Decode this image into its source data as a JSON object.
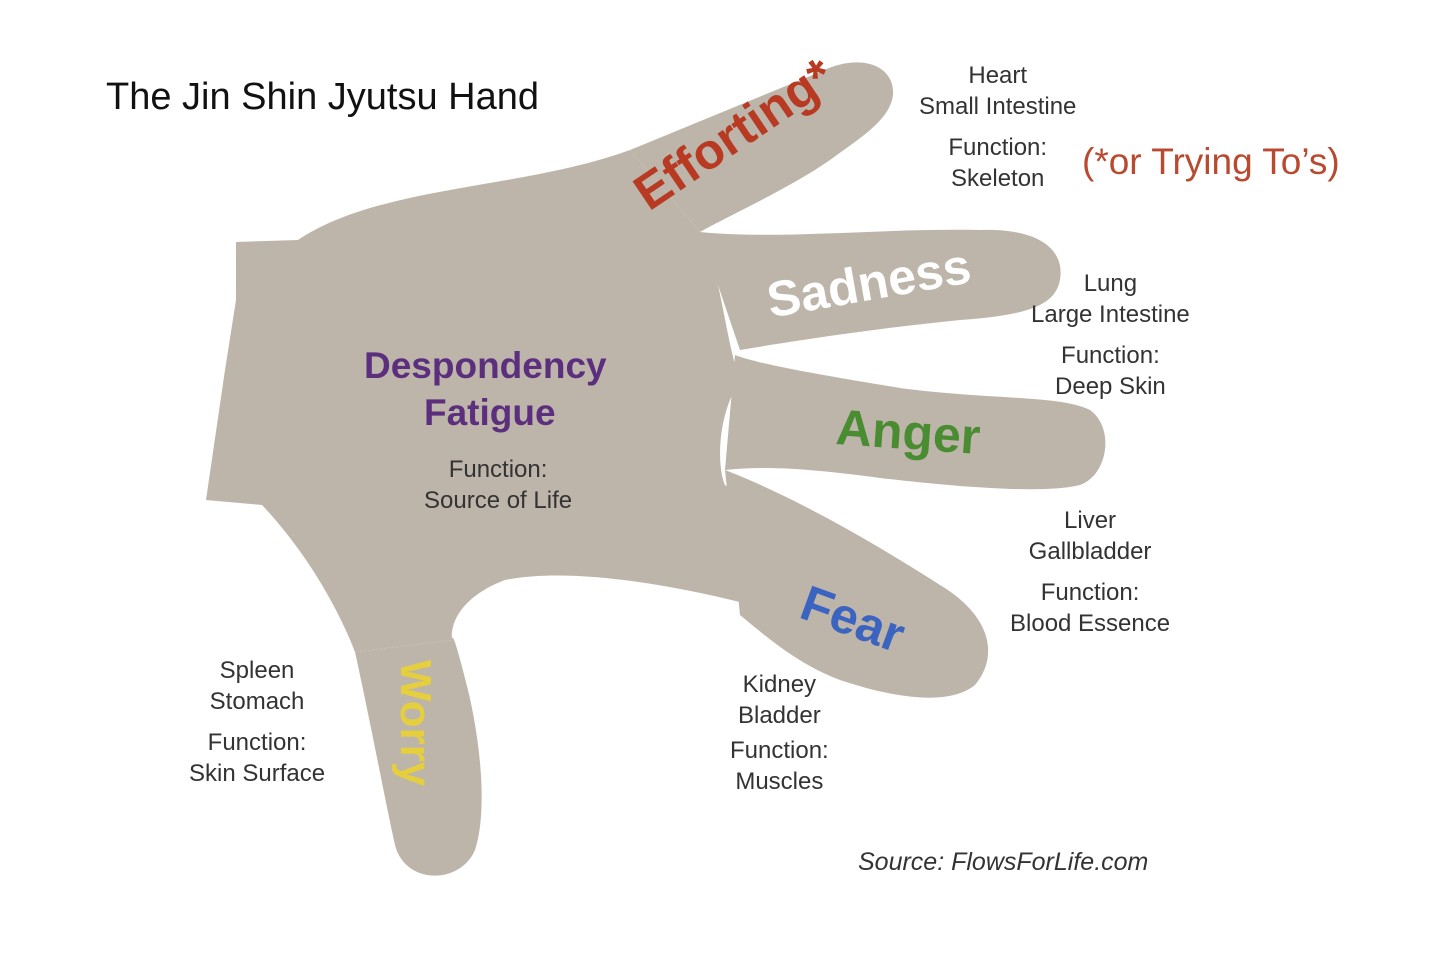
{
  "title": "The Jin Shin Jyutsu Hand",
  "colors": {
    "hand": "#bdb5aa",
    "efforting": "#b83a22",
    "sadness": "#ffffff",
    "anger": "#4a8c32",
    "fear": "#3b63c0",
    "worry": "#e6cf3c",
    "despondency": "#5c2f7e",
    "note": "#b84a30"
  },
  "palm": {
    "emotion_line1": "Despondency",
    "emotion_line2": "Fatigue",
    "function_label": "Function:",
    "function_value": "Source of Life"
  },
  "fingers": {
    "middle": {
      "emotion": "Efforting*",
      "organ1": "Heart",
      "organ2": "Small Intestine",
      "function_label": "Function:",
      "function_value": "Skeleton"
    },
    "ring": {
      "emotion": "Sadness",
      "organ1": "Lung",
      "organ2": "Large Intestine",
      "function_label": "Function:",
      "function_value": "Deep Skin"
    },
    "index": {
      "emotion": "Anger",
      "organ1": "Liver",
      "organ2": "Gallbladder",
      "function_label": "Function:",
      "function_value": "Blood Essence"
    },
    "pinky": {
      "emotion": "Fear",
      "organ1": "Kidney",
      "organ2": "Bladder",
      "function_label": "Function:",
      "function_value": "Muscles"
    },
    "thumb": {
      "emotion": "Worry",
      "organ1": "Spleen",
      "organ2": "Stomach",
      "function_label": "Function:",
      "function_value": "Skin Surface"
    }
  },
  "note": "(*or Trying To’s)",
  "source": "Source: FlowsForLife.com"
}
